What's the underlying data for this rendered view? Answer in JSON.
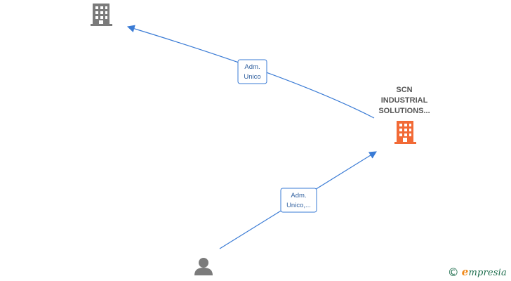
{
  "nodes": {
    "top_company": {
      "label": "",
      "kind": "company",
      "color": "#7b7b7b"
    },
    "main_company": {
      "label_lines": [
        "SCN",
        "INDUSTRIAL",
        "SOLUTIONS..."
      ],
      "kind": "company",
      "color": "#f26a36"
    },
    "person": {
      "label": "",
      "kind": "person",
      "color": "#7b7b7b"
    }
  },
  "edges": [
    {
      "from": "main_company",
      "to": "top_company",
      "label_lines": [
        "Adm.",
        "Unico"
      ]
    },
    {
      "from": "person",
      "to": "main_company",
      "label_lines": [
        "Adm.",
        "Unico,..."
      ]
    }
  ],
  "colors": {
    "edge": "#3a7bd5",
    "edge_label_text": "#2f5f9e"
  },
  "watermark": {
    "symbol": "©",
    "initial": "e",
    "rest": "mpresia"
  }
}
